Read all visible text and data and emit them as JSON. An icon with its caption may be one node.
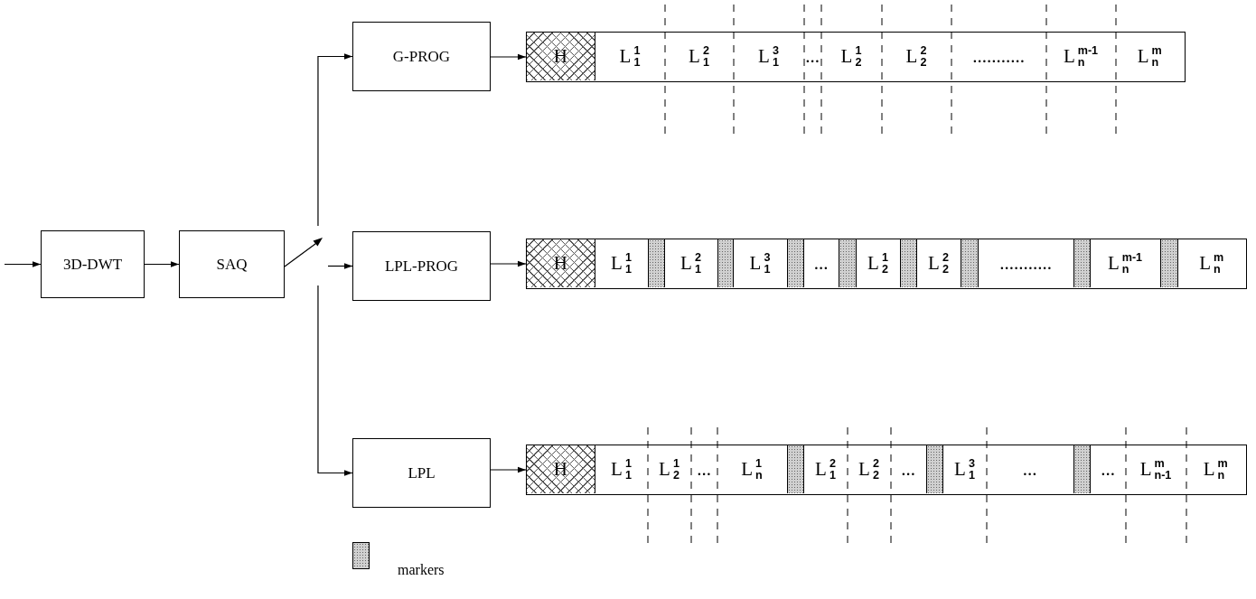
{
  "diagram": {
    "nodes": [
      {
        "text": [
          "3D-DWT"
        ]
      },
      {
        "text": [
          "SAQ"
        ]
      },
      {
        "text": [],
        "shape": "switch"
      },
      {
        "text": [
          "G-PROG"
        ]
      },
      {
        "text": [
          "LPL-PROG"
        ]
      },
      {
        "text": [
          "LPL"
        ]
      },
      {
        "text": [],
        "shape": "box"
      },
      {
        "text": [
          "H"
        ],
        "in": 6
      },
      {
        "text": [
          "L$^{1}$$_{1}$"
        ],
        "in": 6
      },
      {
        "text": [
          "L$^{2}$$_{1}$"
        ],
        "in": 6
      },
      {
        "text": [
          "L$^{3}$$_{1}$"
        ],
        "in": 6
      },
      {
        "text": [
          "..."
        ],
        "in": 6
      },
      {
        "text": [
          "L$^{1}$$_{2}$"
        ],
        "in": 6
      },
      {
        "text": [
          "L$^{2}$$_{2}$"
        ],
        "in": 6
      },
      {
        "text": [
          "..........."
        ],
        "in": 6
      },
      {
        "text": [
          "L$^{m-1}$$_{n}$"
        ],
        "in": 6
      },
      {
        "text": [
          "L$^{m}$$_{n}$"
        ],
        "in": 6
      },
      {
        "text": [],
        "shape": "box"
      },
      {
        "text": [
          "H"
        ],
        "in": 17
      },
      {
        "text": [
          "L$^{1}$$_{1}$"
        ],
        "in": 17
      },
      {
        "text": [],
        "shape": "bar",
        "in": 17
      },
      {
        "text": [
          "L$^{2}$$_{1}$"
        ],
        "in": 17
      },
      {
        "text": [],
        "shape": "bar",
        "in": 17
      },
      {
        "text": [
          "L$^{3}$$_{1}$"
        ],
        "in": 17
      },
      {
        "text": [],
        "shape": "bar",
        "in": 17
      },
      {
        "text": [
          "..."
        ],
        "in": 17
      },
      {
        "text": [],
        "shape": "bar",
        "in": 17
      },
      {
        "text": [
          "L$^{1}$$_{2}$"
        ],
        "in": 17
      },
      {
        "text": [],
        "shape": "bar",
        "in": 17
      },
      {
        "text": [
          "L$^{2}$$_{2}$"
        ],
        "in": 17
      },
      {
        "text": [],
        "shape": "bar",
        "in": 17
      },
      {
        "text": [
          "..........."
        ],
        "in": 17
      },
      {
        "text": [],
        "shape": "bar",
        "in": 17
      },
      {
        "text": [
          "L$^{m-1}$$_{n}$"
        ],
        "in": 17
      },
      {
        "text": [],
        "shape": "bar",
        "in": 17
      },
      {
        "text": [
          "L$^{m}$$_{n}$"
        ],
        "in": 17
      },
      {
        "text": [],
        "shape": "box"
      },
      {
        "text": [
          "H"
        ],
        "in": 36
      },
      {
        "text": [
          "L$^{1}$$_{1}$"
        ],
        "in": 36
      },
      {
        "text": [
          "L$^{1}$$_{2}$"
        ],
        "in": 36
      },
      {
        "text": [
          "..."
        ],
        "in": 36
      },
      {
        "text": [
          "L$^{1}$$_{n}$"
        ],
        "in": 36
      },
      {
        "text": [],
        "shape": "bar",
        "in": 36
      },
      {
        "text": [
          "L$^{2}$$_{1}$"
        ],
        "in": 36
      },
      {
        "text": [
          "L$^{2}$$_{2}$"
        ],
        "in": 36
      },
      {
        "text": [
          "..."
        ],
        "in": 36
      },
      {
        "text": [],
        "shape": "bar",
        "in": 36
      },
      {
        "text": [
          "L$^{3}$$_{1}$"
        ],
        "in": 36
      },
      {
        "text": [
          "..."
        ],
        "in": 36
      },
      {
        "text": [],
        "shape": "bar",
        "in": 36
      },
      {
        "text": [
          "..."
        ],
        "in": 36
      },
      {
        "text": [
          "L$^{m}$$_{n-1}$"
        ],
        "in": 36
      },
      {
        "text": [
          "L$^{m}$$_{n}$"
        ],
        "in": 36
      }
    ],
    "edges": [
      {
        "from": null,
        "to": 0,
        "arrow": "to"
      },
      {
        "from": 0,
        "to": 1,
        "arrow": "to"
      },
      {
        "from": 2,
        "to": 3,
        "arrow": "to"
      },
      {
        "from": 2,
        "to": 4,
        "arrow": "to"
      },
      {
        "from": 2,
        "to": 5,
        "arrow": "to"
      },
      {
        "from": 3,
        "to": 6,
        "arrow": "to"
      },
      {
        "from": 4,
        "to": 17,
        "arrow": "to"
      },
      {
        "from": 5,
        "to": 36,
        "arrow": "to"
      }
    ],
    "legend": [
      {
        "text": "markers"
      }
    ]
  }
}
